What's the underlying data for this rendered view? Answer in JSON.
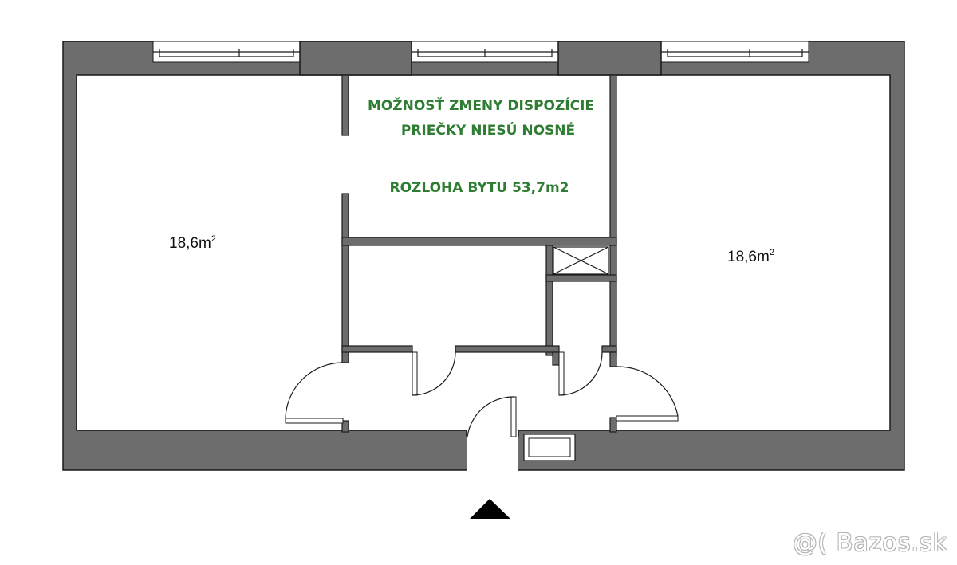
{
  "rooms": [
    {
      "area": "18,6m",
      "unit_sup": "2"
    },
    {
      "area": "18,6m",
      "unit_sup": "2"
    }
  ],
  "notes": {
    "layout_change_line1": "MOŽNOSŤ ZMENY DISPOZÍCIE",
    "layout_change_line2": "PRIEČKY NIESÚ NOSNÉ",
    "floor_area": "ROZLOHA BYTU 53,7m2"
  },
  "watermark": "@( Bazos.sk",
  "colors": {
    "wall_fill": "#6d6d6d",
    "note_text": "#2e7d32",
    "line": "#1a1a1a"
  },
  "icons": {
    "entrance": "entrance-arrow-icon",
    "shaft": "ventilation-shaft-icon"
  }
}
